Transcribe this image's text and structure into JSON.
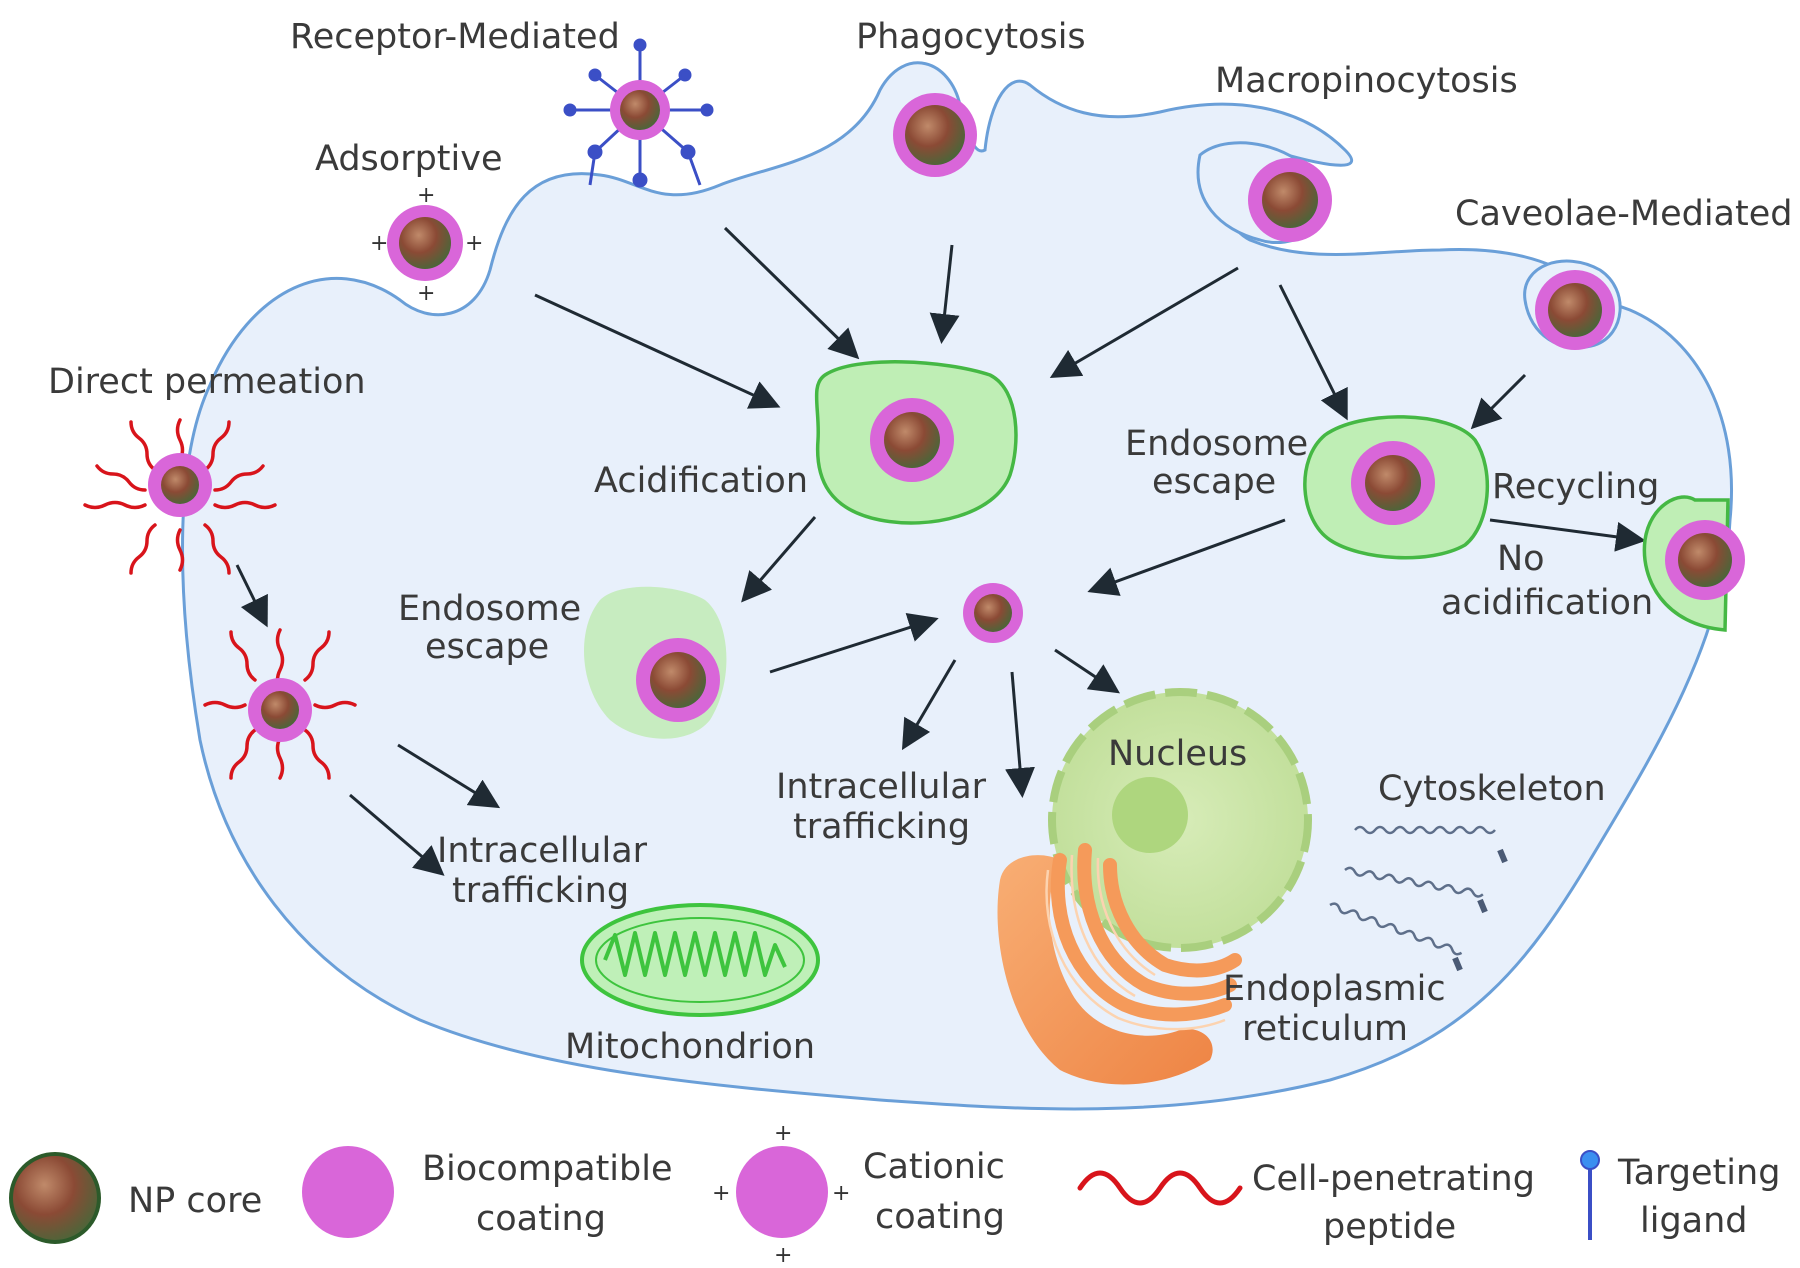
{
  "labels": {
    "receptor_mediated": "Receptor-Mediated",
    "phagocytosis": "Phagocytosis",
    "macropinocytosis": "Macropinocytosis",
    "adsorptive": "Adsorptive",
    "caveolae_mediated": "Caveolae-Mediated",
    "direct_permeation": "Direct permeation",
    "acidification": "Acidification",
    "endosome_escape_right_1": "Endosome",
    "endosome_escape_right_2": "escape",
    "recycling": "Recycling",
    "no_acidification_1": "No",
    "no_acidification_2": "acidification",
    "endosome_escape_left_1": "Endosome",
    "endosome_escape_left_2": "escape",
    "nucleus": "Nucleus",
    "cytoskeleton": "Cytoskeleton",
    "intracellular_center_1": "Intracellular",
    "intracellular_center_2": "trafficking",
    "intracellular_left_1": "Intracellular",
    "intracellular_left_2": "trafficking",
    "endoplasmic_1": "Endoplasmic",
    "endoplasmic_2": "reticulum",
    "mitochondrion": "Mitochondrion"
  },
  "legend": {
    "np_core": "NP core",
    "biocompatible_1": "Biocompatible",
    "biocompatible_2": "coating",
    "cationic_1": "Cationic",
    "cationic_2": "coating",
    "peptide_1": "Cell-penetrating",
    "peptide_2": "peptide",
    "ligand_1": "Targeting",
    "ligand_2": "ligand"
  },
  "charges": {
    "plus": "+"
  },
  "colors": {
    "cell_fill": "#e8f0fb",
    "membrane": "#6a9fd8",
    "endosome_fill": "#bfeeb5",
    "endosome_stroke": "#45b844",
    "np_core": "#8b4a35",
    "coating": "#d966d9",
    "peptide": "#d8141b",
    "ligand": "#3b4fc6",
    "nucleus": "#c7e4a4",
    "er": "#f59a5a",
    "mito": "#50c850"
  }
}
